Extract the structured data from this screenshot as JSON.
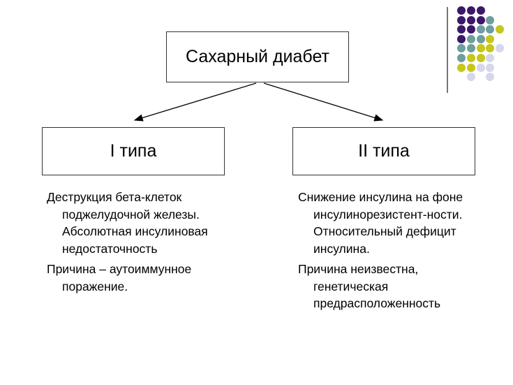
{
  "diagram": {
    "root": "Сахарный диабет",
    "type1": {
      "title": "I типа",
      "description": "Деструкция бета-клеток поджелудочной железы. Абсолютная инсулиновая недостаточность",
      "cause": "Причина – аутоиммунное поражение."
    },
    "type2": {
      "title": "II типа",
      "description": "Снижение инсулина на фоне инсулинорезистент-ности. Относительный дефицит инсулина.",
      "cause": "Причина неизвестна, генетическая предрасположенность"
    }
  },
  "decoration": {
    "dot_colors": {
      "purple": "#3b1868",
      "teal": "#6e9e9e",
      "yellow": "#c6c61c",
      "lavender": "#d6d6ec"
    }
  }
}
